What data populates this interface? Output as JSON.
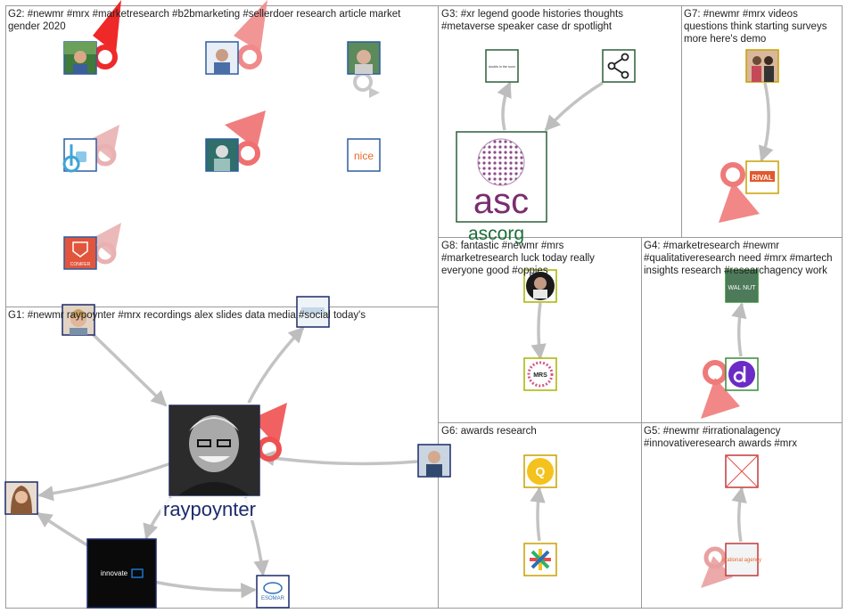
{
  "groups": [
    {
      "id": "G2",
      "label": "G2: #newmr #mrx #marketresearch #b2bmarketing #sellerdoer research article market gender 2020"
    },
    {
      "id": "G3",
      "label": "G3: #xr legend goode histories thoughts #metaverse speaker case dr spotlight"
    },
    {
      "id": "G7",
      "label": "G7: #newmr #mrx videos questions think starting surveys more here's demo"
    },
    {
      "id": "G1",
      "label": "G1: #newmr raypoynter #mrx recordings alex slides data media #social today's"
    },
    {
      "id": "G8",
      "label": "G8: fantastic #newmr #mrs #marketresearch luck today really everyone good #oppies"
    },
    {
      "id": "G4",
      "label": "G4: #marketresearch #newmr #qualitativeresearch need #mrx #martech insights research #researchagency work"
    },
    {
      "id": "G6",
      "label": "G6: awards research"
    },
    {
      "id": "G5",
      "label": "G5: #newmr #irrationalagency #innovativeresearch awards #mrx"
    }
  ],
  "node_labels": {
    "raypoynter": "raypoynter",
    "ascorg": "ascorg",
    "asc_logo_text": "asc",
    "nice_logo_text": "nice",
    "conifer_logo_text": "CONIFER",
    "rival_logo_text": "RIVAL",
    "mrs_logo_text": "MRS",
    "innovate_logo_text": "innovate",
    "esomar_logo_text": "ESOMAR",
    "irrational_logo_text": "irrational agency",
    "doubts_logo_text": "doubts in the room",
    "walnut_logo_text": "WAL NUT"
  },
  "colors": {
    "edge_gray": "#c3c3c3",
    "edge_red": "#e84a4a",
    "border": "#9a9a9a",
    "hub_label": "#1b2a6b",
    "asc_green": "#1c6e3a"
  }
}
